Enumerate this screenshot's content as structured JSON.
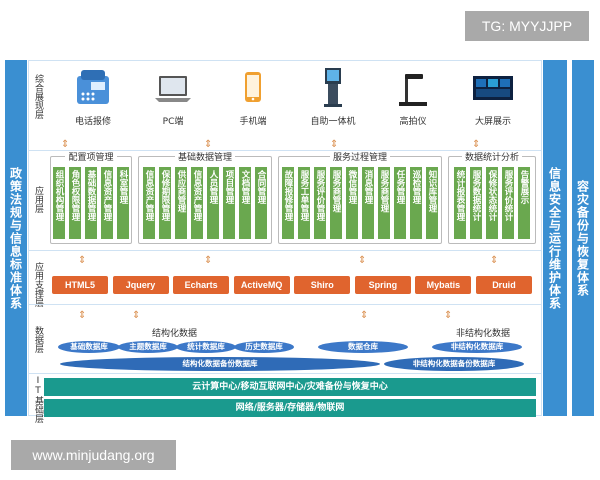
{
  "watermarks": {
    "top": "TG: MYYJJPP",
    "bottom": "www.minjudang.org"
  },
  "side": {
    "left": "政策法规与信息标准体系",
    "right1": "信息安全与运行维护体系",
    "right2": "容灾备份与恢复体系"
  },
  "layers": {
    "display": "综合展现层",
    "app": "应用层",
    "support": "应用支撑层",
    "data": "数据层",
    "infra": "IT基础层"
  },
  "devices": [
    {
      "label": "电话报修",
      "icon": "phone-icon"
    },
    {
      "label": "PC端",
      "icon": "laptop-icon"
    },
    {
      "label": "手机端",
      "icon": "mobile-icon"
    },
    {
      "label": "自助一体机",
      "icon": "kiosk-icon"
    },
    {
      "label": "高拍仪",
      "icon": "scanner-icon"
    },
    {
      "label": "大屏展示",
      "icon": "bigscreen-icon"
    }
  ],
  "groups": [
    {
      "title": "配置项管理",
      "modules": [
        "组织机构管理",
        "角色权限管理",
        "基础数据管理",
        "信息资产管理",
        "科室管理"
      ]
    },
    {
      "title": "基础数据管理",
      "modules": [
        "信息资产管理",
        "保修期限管理",
        "供应商管理",
        "信息资产管理",
        "人员管理",
        "项目管理",
        "文档管理",
        "合同管理"
      ]
    },
    {
      "title": "服务过程管理",
      "modules": [
        "故障报修管理",
        "服务工单管理",
        "服务评价管理",
        "服务商管理",
        "微信管理",
        "消息管理",
        "服务商管理",
        "任务管理",
        "巡检管理",
        "知识库管理"
      ]
    },
    {
      "title": "数据统计分析",
      "modules": [
        "统计报表管理",
        "服务数据统计",
        "保修状态统计",
        "服务评价统计",
        "告警展示"
      ]
    }
  ],
  "tech": [
    "HTML5",
    "Jquery",
    "Echarts",
    "ActiveMQ",
    "Shiro",
    "Spring",
    "Mybatis",
    "Druid"
  ],
  "data_layer": {
    "structured_title": "结构化数据",
    "unstructured_title": "非结构化数据",
    "structured_dbs": [
      "基础数据库",
      "主题数据库",
      "统计数据库",
      "历史数据库"
    ],
    "warehouse": "数据仓库",
    "unstructured_db": "非结构化数据库",
    "structured_backup": "结构化数据备份数据库",
    "unstructured_backup": "非结构化数据备份数据库"
  },
  "infra": [
    "云计算中心/移动互联网中心/灾难备份与恢复中心",
    "网络/服务器/存储器/物联网"
  ],
  "colors": {
    "side_blue": "#3a8fd1",
    "module_green": "#6aa84f",
    "tech_orange": "#e0642e",
    "db_blue": "#3c78c8",
    "infra_teal": "#1a9a8e"
  }
}
